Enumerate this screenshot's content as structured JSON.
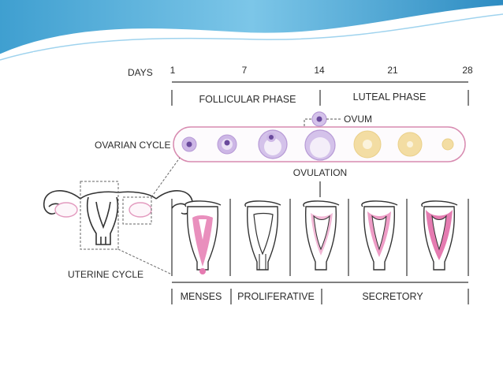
{
  "days": {
    "label": "DAYS",
    "ticks": [
      "1",
      "7",
      "14",
      "21",
      "28"
    ]
  },
  "phases": {
    "follicular": "FOLLICULAR PHASE",
    "luteal": "LUTEAL PHASE"
  },
  "ovarian": {
    "row_label": "OVARIAN CYCLE",
    "ovum_label": "OVUM",
    "ovulation_label": "OVULATION",
    "stage_icons": [
      "primary-follicle-icon",
      "secondary-follicle-icon",
      "tertiary-follicle-icon",
      "graafian-follicle-icon",
      "corpus-luteum-icon",
      "corpus-luteum-icon",
      "corpus-albicans-icon"
    ]
  },
  "uterine": {
    "row_label": "UTERINE CYCLE",
    "stages": [
      "MENSES",
      "PROLIFERATIVE",
      "SECRETORY"
    ]
  },
  "colors": {
    "follicle_purple": "#b79ad6",
    "ovum_dark": "#6a4a9c",
    "corpus_luteum_yellow": "#f3dda3",
    "endometrium_pink": "#e57bb1",
    "outline_pink": "#d88bb0",
    "line_dark": "#333333",
    "banner_blue": "#4aa6d6"
  }
}
